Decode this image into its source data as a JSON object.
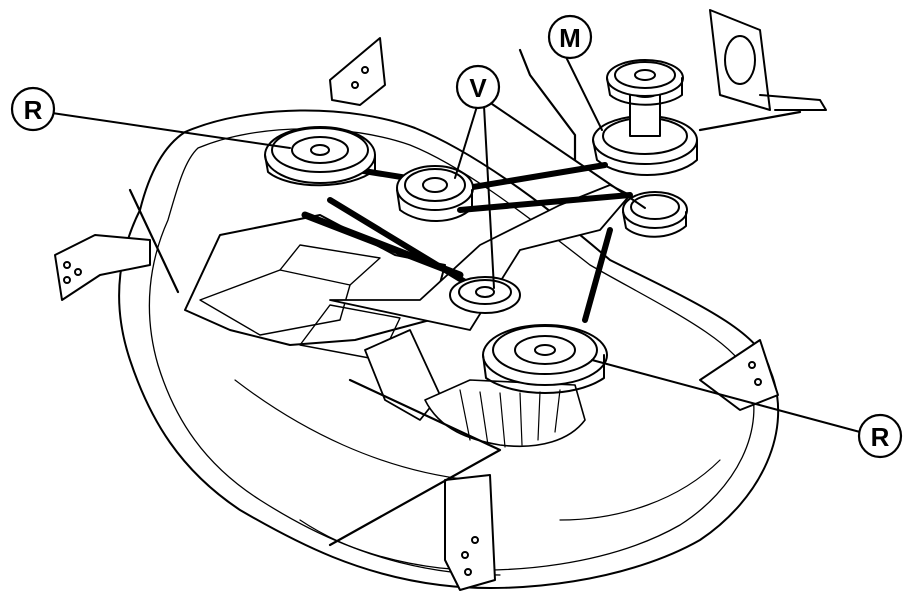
{
  "diagram": {
    "callouts": [
      {
        "id": "r-left",
        "label": "R"
      },
      {
        "id": "v-top",
        "label": "V"
      },
      {
        "id": "m-top",
        "label": "M"
      },
      {
        "id": "r-right",
        "label": "R"
      }
    ]
  },
  "colors": {
    "ink": "#000000",
    "paper": "#ffffff",
    "shade": "#d9d9d9"
  }
}
